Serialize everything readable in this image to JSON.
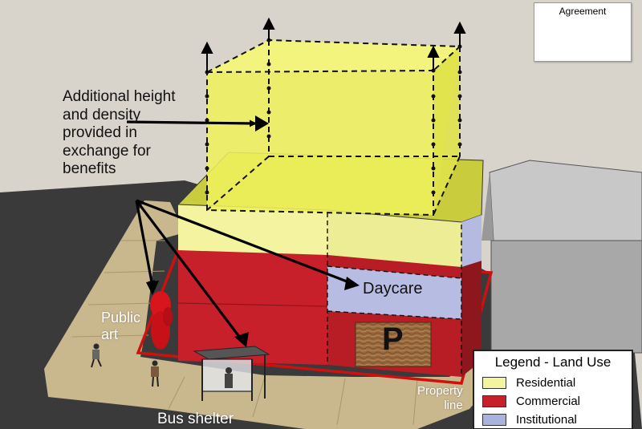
{
  "callout": {
    "lines": [
      "Additional height",
      "and density",
      "provided in",
      "exchange for",
      "benefits"
    ]
  },
  "labels": {
    "daycare": "Daycare",
    "parking": "P",
    "public_art": [
      "Public",
      "art"
    ],
    "bus_shelter": "Bus shelter",
    "property_line": [
      "Property",
      "line"
    ]
  },
  "agreement": {
    "title": "Agreement"
  },
  "legend": {
    "title": "Legend - Land Use",
    "items": [
      {
        "label": "Residential",
        "color": "#f3f3a0"
      },
      {
        "label": "Commercial",
        "color": "#c8202a"
      },
      {
        "label": "Institutional",
        "color": "#a9b4de"
      }
    ]
  },
  "colors": {
    "residential": "#f3f3a0",
    "bonus_volume": "#eef05c",
    "commercial": "#c8202a",
    "institutional": "#b7bde2",
    "property_line": "#d01010",
    "sidewalk": "#c9b78e",
    "road": "#3a3a3a",
    "neighbor_building": "#b0b0b0"
  }
}
